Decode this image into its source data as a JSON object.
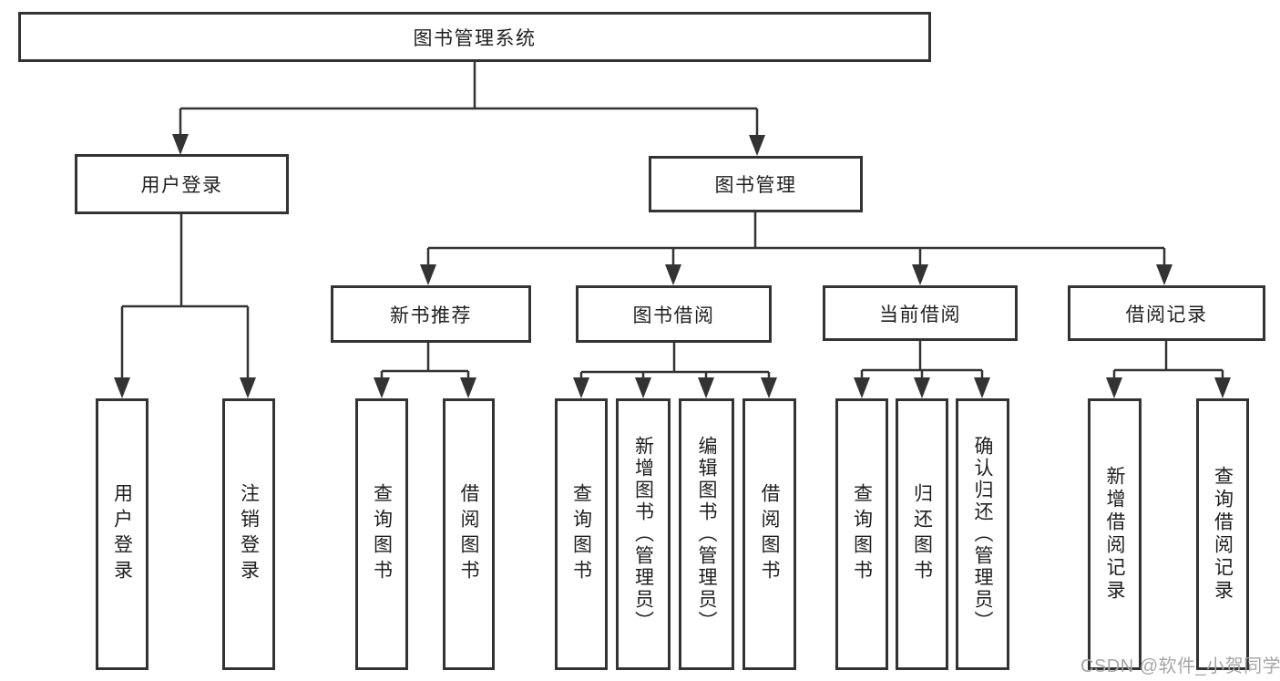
{
  "diagram": {
    "root": {
      "label": "图书管理系统"
    },
    "level2": {
      "user_login": {
        "label": "用户登录"
      },
      "book_management": {
        "label": "图书管理"
      }
    },
    "level3": {
      "new_book_recommend": {
        "label": "新书推荐"
      },
      "book_borrow": {
        "label": "图书借阅"
      },
      "current_borrow": {
        "label": "当前借阅"
      },
      "borrow_record": {
        "label": "借阅记录"
      }
    },
    "leaves": {
      "user_login": [
        "用户登录",
        "注销登录"
      ],
      "new_book_recommend": [
        "查询图书",
        "借阅图书"
      ],
      "book_borrow": [
        "查询图书",
        "新增图书（管理员）",
        "编辑图书（管理员）",
        "借阅图书"
      ],
      "current_borrow": [
        "查询图书",
        "归还图书",
        "确认归还（管理员）"
      ],
      "borrow_record": [
        "新增借阅记录",
        "查询借阅记录"
      ]
    }
  },
  "watermark": {
    "text": "CSDN @软件_小贺同学",
    "color": "#a6a6a6"
  },
  "colors": {
    "line": "#333333",
    "text": "#1f1f1f",
    "background": "#ffffff"
  }
}
